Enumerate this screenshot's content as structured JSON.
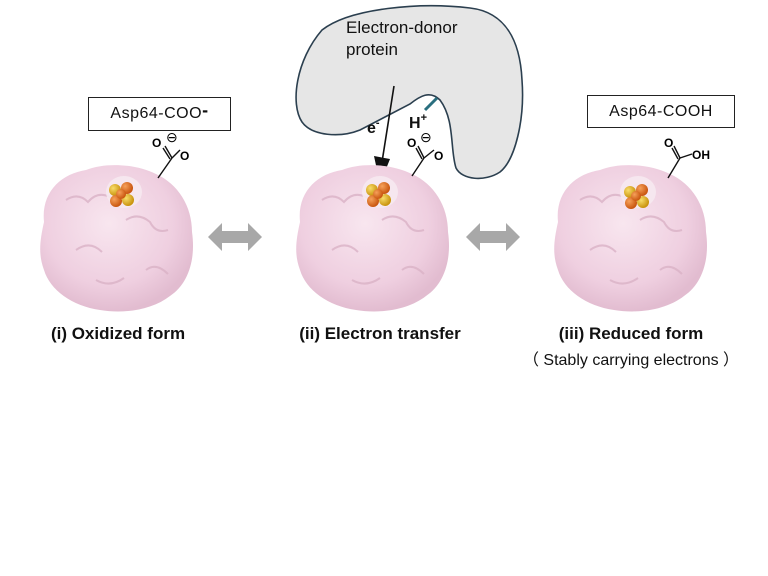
{
  "donor": {
    "line1": "Electron-donor",
    "line2": "protein"
  },
  "electron_label": "e",
  "electron_sup": "-",
  "proton_label": "H",
  "proton_sup": "+",
  "states": [
    {
      "box_label": "Asp64-COO",
      "box_sup": "-",
      "caption": "(i) Oxidized form",
      "subcaption": "",
      "group_o_top": "O",
      "group_o_right": "O",
      "group_suffix": "",
      "charge": "⊖"
    },
    {
      "box_label": "",
      "box_sup": "",
      "caption": "(ii) Electron transfer",
      "subcaption": "",
      "group_o_top": "O",
      "group_o_right": "O",
      "group_suffix": "",
      "charge": "⊖"
    },
    {
      "box_label": "Asp64-COOH",
      "box_sup": "",
      "caption": "(iii) Reduced form",
      "subcaption": "（ Stably carrying electrons ）",
      "group_o_top": "O",
      "group_o_right": "",
      "group_suffix": "OH",
      "charge": ""
    }
  ],
  "colors": {
    "protein": "#f2d6e4",
    "protein_shade": "#e3bfd2",
    "donor_fill": "#e6e6e6",
    "donor_stroke": "#2b3f4f",
    "cluster_orange": "#e2701a",
    "cluster_yellow": "#e9b51c",
    "arrow_gray": "#a8a8a8",
    "teal": "#2a6f7f"
  }
}
